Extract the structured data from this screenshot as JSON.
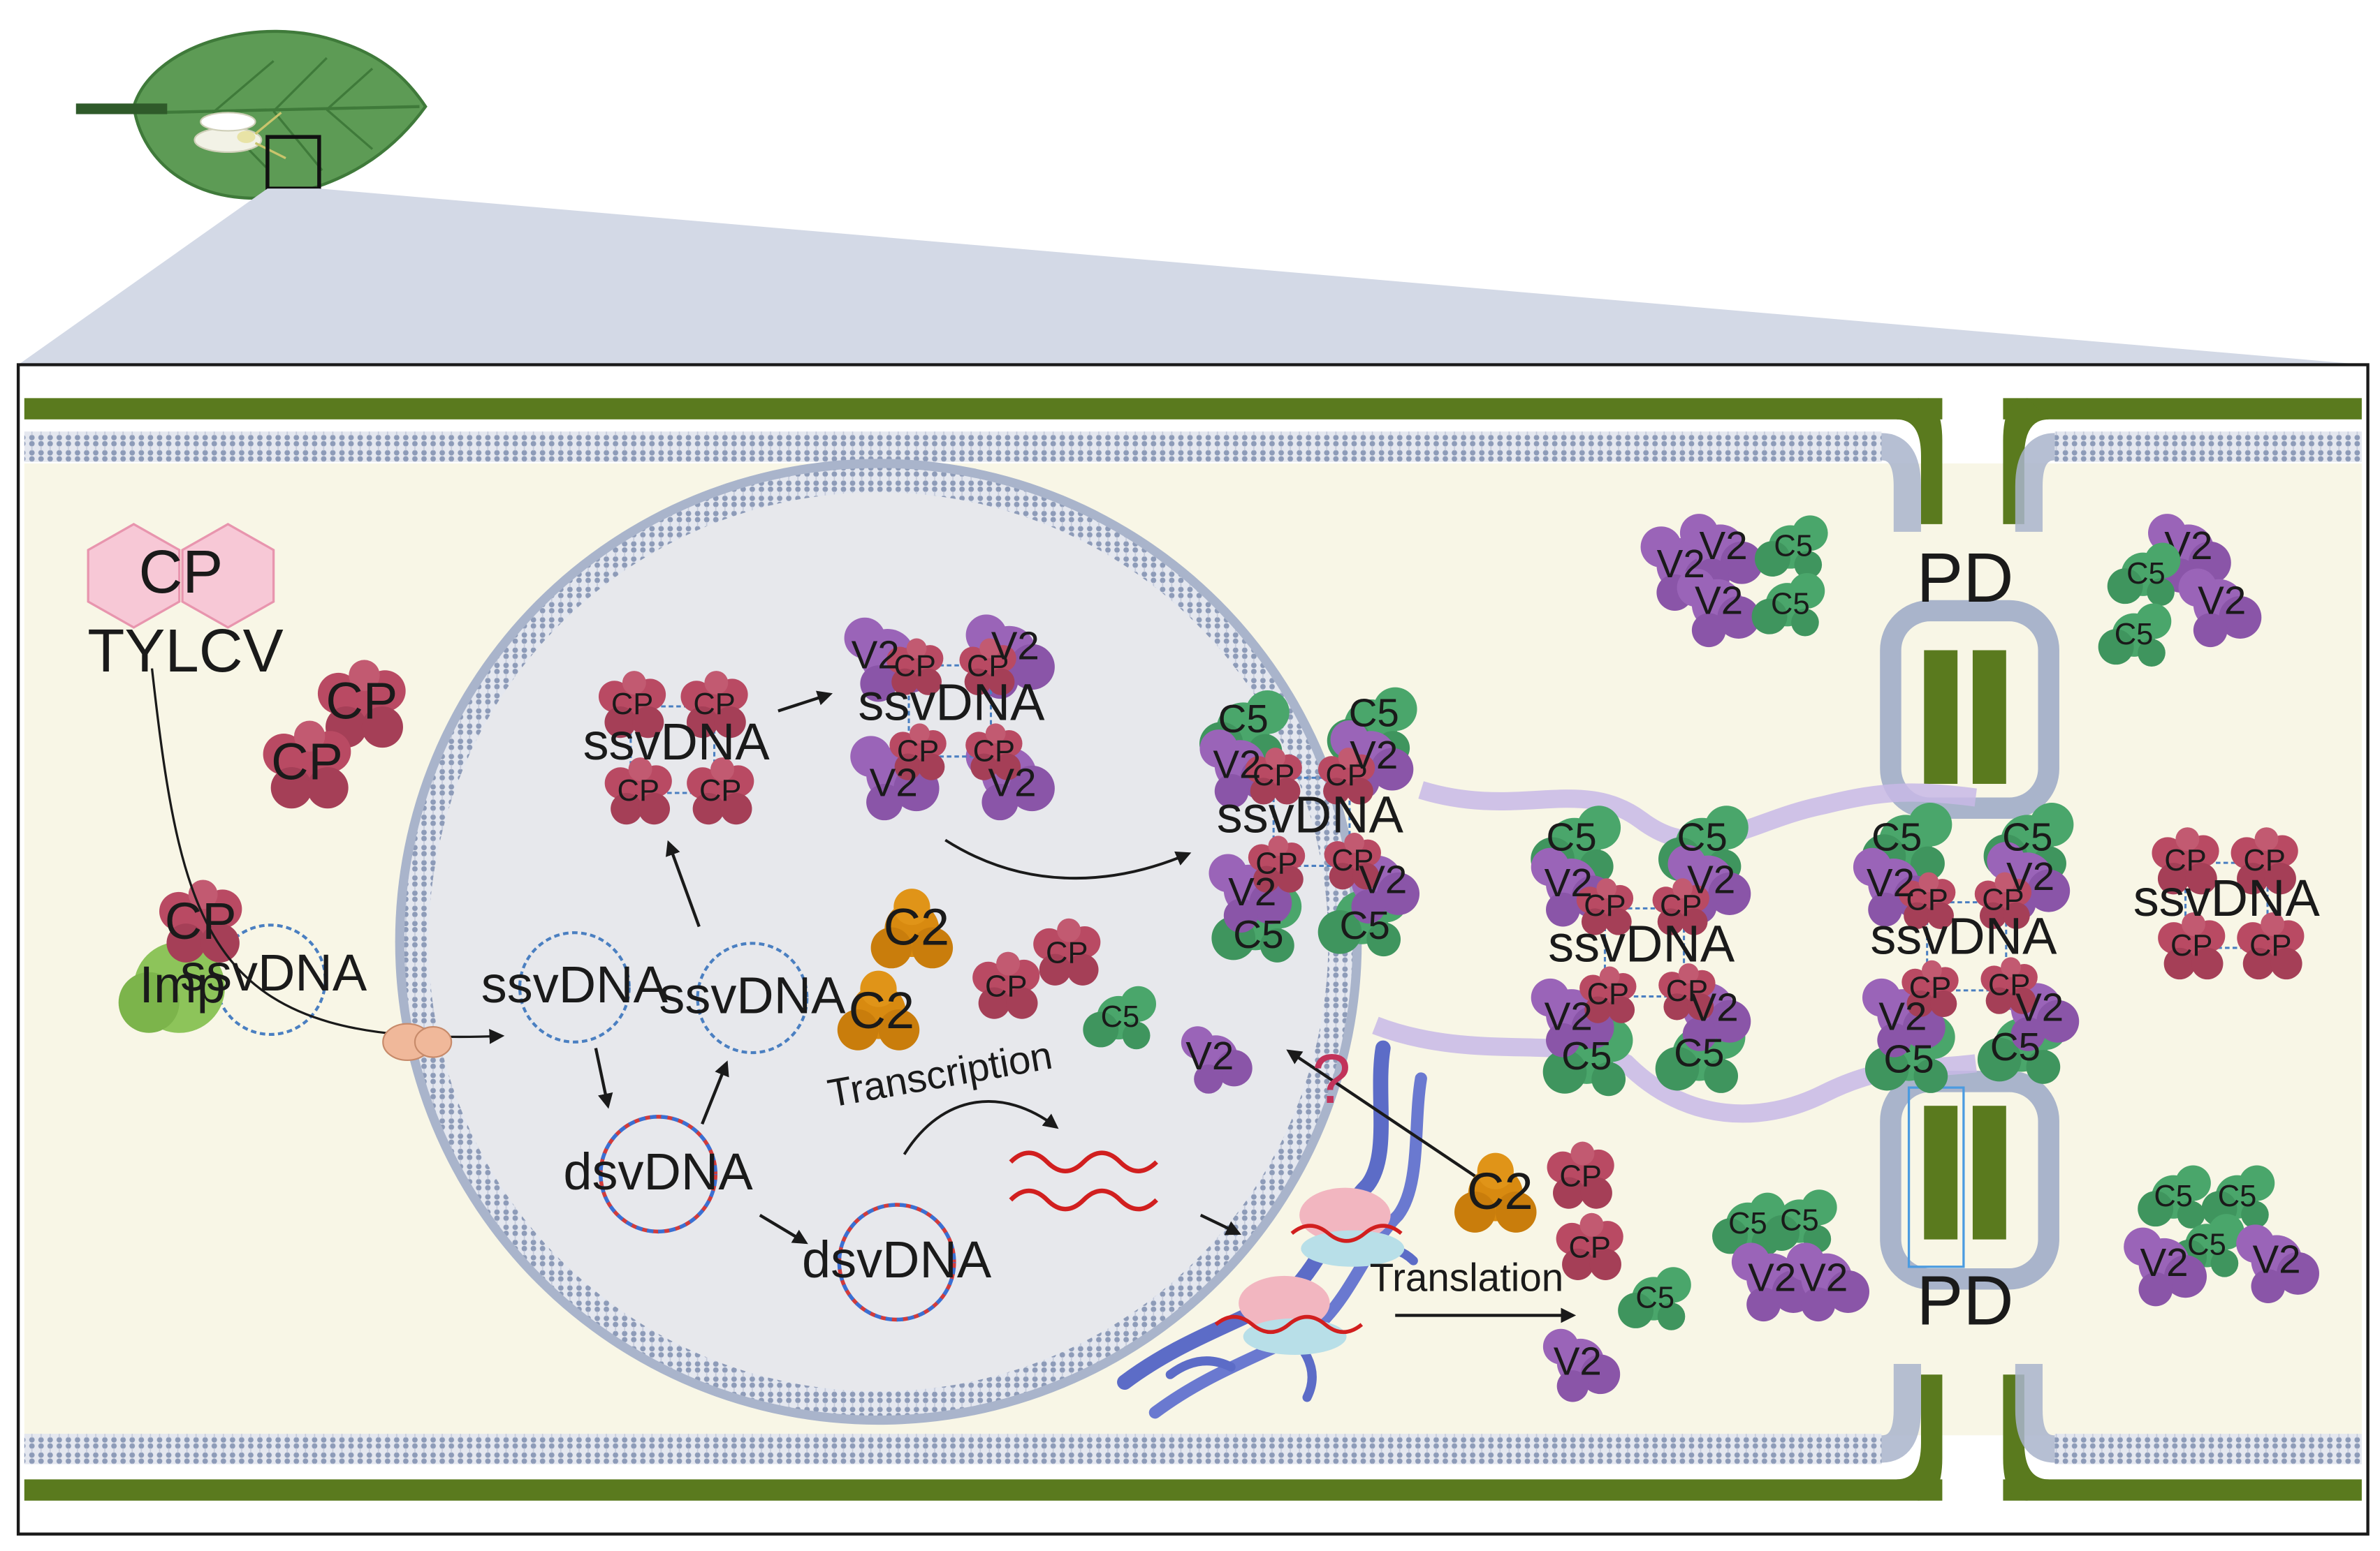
{
  "virus": {
    "label": "TYLCV",
    "capsid": "CP"
  },
  "proteins": {
    "cp": "CP",
    "imp": "Imp",
    "v2": "V2",
    "c5": "C5",
    "c2": "C2"
  },
  "dna": {
    "ss": "ssvDNA",
    "ds": "dsvDNA"
  },
  "processes": {
    "transcription": "Transcription",
    "translation": "Translation",
    "unknown": "?"
  },
  "structures": {
    "pd": "PD"
  },
  "colors": {
    "cell_wall": "#5a7a1e",
    "cytoplasm": "#f8f6e6",
    "nucleus": "#e7e8ec",
    "membrane": "#a9b4cb",
    "cp": "#b94a63",
    "v2": "#9a64b8",
    "c5": "#4aa66b",
    "c2": "#d88a10",
    "imp": "#8dc45a",
    "mrna": "#d11f1f",
    "er": "#5c6cc7",
    "ribosome": "#f2b6c0"
  }
}
